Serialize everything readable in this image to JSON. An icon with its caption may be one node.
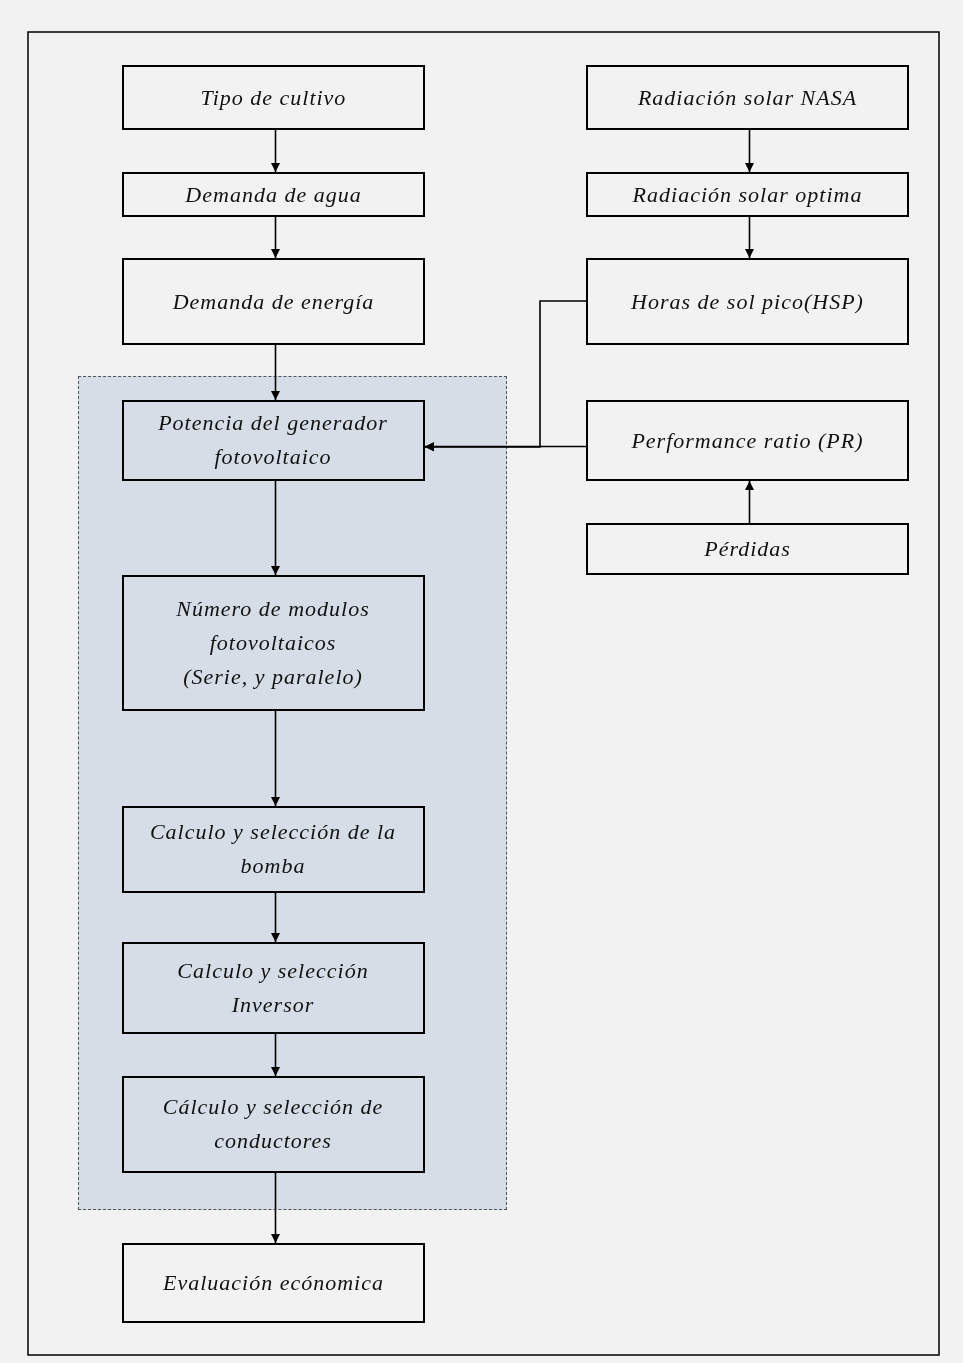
{
  "diagram": {
    "nodes": [
      {
        "text": [
          "Tipo de cultivo"
        ]
      },
      {
        "text": [
          "Demanda de agua"
        ]
      },
      {
        "text": [
          "Demanda de energía"
        ]
      },
      {
        "text": [
          "Radiación solar NASA"
        ]
      },
      {
        "text": [
          "Radiación solar optima"
        ]
      },
      {
        "text": [
          "Horas de sol pico(HSP)"
        ]
      },
      {
        "text": [],
        "shape": "box"
      },
      {
        "text": [
          "Potencia del generador fotovoltaico"
        ],
        "in": 6
      },
      {
        "text": [
          "Performance ratio (PR)"
        ]
      },
      {
        "text": [
          "Pérdidas"
        ]
      },
      {
        "text": [
          "Número de modulos fotovoltaicos",
          "(Serie, y paralelo)"
        ],
        "in": 6
      },
      {
        "text": [
          "Calculo y selección de la bomba"
        ],
        "in": 6
      },
      {
        "text": [
          "Calculo y selección Inversor"
        ],
        "in": 6
      },
      {
        "text": [
          "Cálculo y selección de conductores"
        ],
        "in": 6
      },
      {
        "text": [
          "Evaluación ecónomica"
        ]
      }
    ],
    "edges": [
      {
        "from": 0,
        "to": 1,
        "arrow": "to"
      },
      {
        "from": 1,
        "to": 2,
        "arrow": "to"
      },
      {
        "from": 2,
        "to": 7,
        "arrow": "to"
      },
      {
        "from": 3,
        "to": 4,
        "arrow": "to"
      },
      {
        "from": 4,
        "to": 5,
        "arrow": "to"
      },
      {
        "from": 5,
        "to": 7,
        "arrow": "to"
      },
      {
        "from": 8,
        "to": 7,
        "arrow": "to"
      },
      {
        "from": 9,
        "to": 8,
        "arrow": "to"
      },
      {
        "from": 7,
        "to": 10,
        "arrow": "to"
      },
      {
        "from": 10,
        "to": 11,
        "arrow": "to"
      },
      {
        "from": 11,
        "to": 12,
        "arrow": "to"
      },
      {
        "from": 12,
        "to": 13,
        "arrow": "to"
      },
      {
        "from": 13,
        "to": 14,
        "arrow": "to"
      }
    ]
  }
}
